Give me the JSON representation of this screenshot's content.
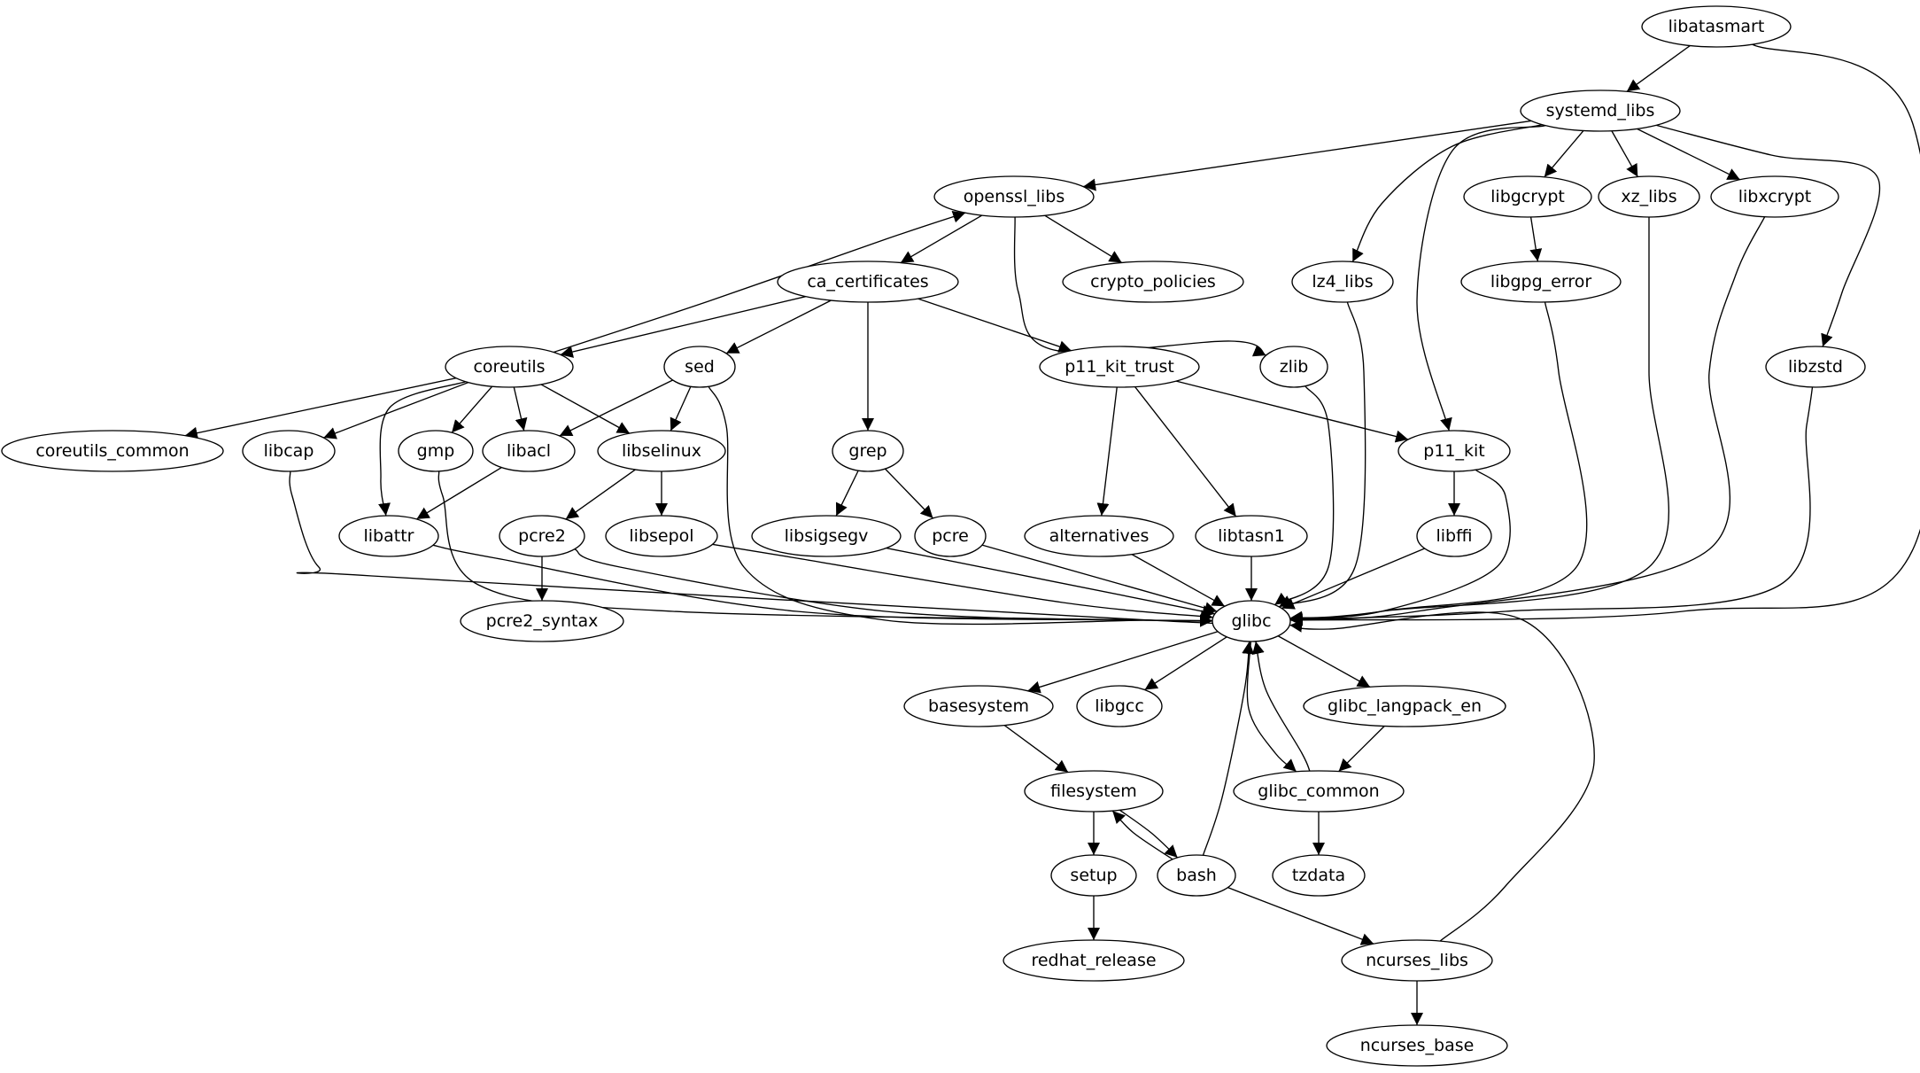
{
  "graph": {
    "nodes": [
      {
        "id": "libatasmart",
        "label": "libatasmart"
      },
      {
        "id": "systemd_libs",
        "label": "systemd_libs"
      },
      {
        "id": "openssl_libs",
        "label": "openssl_libs"
      },
      {
        "id": "libgcrypt",
        "label": "libgcrypt"
      },
      {
        "id": "xz_libs",
        "label": "xz_libs"
      },
      {
        "id": "libxcrypt",
        "label": "libxcrypt"
      },
      {
        "id": "ca_certificates",
        "label": "ca_certificates"
      },
      {
        "id": "crypto_policies",
        "label": "crypto_policies"
      },
      {
        "id": "lz4_libs",
        "label": "lz4_libs"
      },
      {
        "id": "libgpg_error",
        "label": "libgpg_error"
      },
      {
        "id": "coreutils",
        "label": "coreutils"
      },
      {
        "id": "sed",
        "label": "sed"
      },
      {
        "id": "p11_kit_trust",
        "label": "p11_kit_trust"
      },
      {
        "id": "zlib",
        "label": "zlib"
      },
      {
        "id": "libzstd",
        "label": "libzstd"
      },
      {
        "id": "coreutils_common",
        "label": "coreutils_common"
      },
      {
        "id": "libcap",
        "label": "libcap"
      },
      {
        "id": "gmp",
        "label": "gmp"
      },
      {
        "id": "libacl",
        "label": "libacl"
      },
      {
        "id": "libselinux",
        "label": "libselinux"
      },
      {
        "id": "grep",
        "label": "grep"
      },
      {
        "id": "p11_kit",
        "label": "p11_kit"
      },
      {
        "id": "libattr",
        "label": "libattr"
      },
      {
        "id": "pcre2",
        "label": "pcre2"
      },
      {
        "id": "libsepol",
        "label": "libsepol"
      },
      {
        "id": "libsigsegv",
        "label": "libsigsegv"
      },
      {
        "id": "pcre",
        "label": "pcre"
      },
      {
        "id": "alternatives",
        "label": "alternatives"
      },
      {
        "id": "libtasn1",
        "label": "libtasn1"
      },
      {
        "id": "libffi",
        "label": "libffi"
      },
      {
        "id": "pcre2_syntax",
        "label": "pcre2_syntax"
      },
      {
        "id": "glibc",
        "label": "glibc"
      },
      {
        "id": "basesystem",
        "label": "basesystem"
      },
      {
        "id": "libgcc",
        "label": "libgcc"
      },
      {
        "id": "glibc_langpack_en",
        "label": "glibc_langpack_en"
      },
      {
        "id": "filesystem",
        "label": "filesystem"
      },
      {
        "id": "glibc_common",
        "label": "glibc_common"
      },
      {
        "id": "setup",
        "label": "setup"
      },
      {
        "id": "bash",
        "label": "bash"
      },
      {
        "id": "tzdata",
        "label": "tzdata"
      },
      {
        "id": "redhat_release",
        "label": "redhat_release"
      },
      {
        "id": "ncurses_libs",
        "label": "ncurses_libs"
      },
      {
        "id": "ncurses_base",
        "label": "ncurses_base"
      }
    ],
    "edges": [
      {
        "from": "libatasmart",
        "to": "systemd_libs"
      },
      {
        "from": "libatasmart",
        "to": "glibc"
      },
      {
        "from": "systemd_libs",
        "to": "openssl_libs"
      },
      {
        "from": "systemd_libs",
        "to": "libgcrypt"
      },
      {
        "from": "systemd_libs",
        "to": "xz_libs"
      },
      {
        "from": "systemd_libs",
        "to": "libxcrypt"
      },
      {
        "from": "systemd_libs",
        "to": "lz4_libs"
      },
      {
        "from": "systemd_libs",
        "to": "p11_kit"
      },
      {
        "from": "systemd_libs",
        "to": "libzstd"
      },
      {
        "from": "openssl_libs",
        "to": "ca_certificates"
      },
      {
        "from": "openssl_libs",
        "to": "crypto_policies"
      },
      {
        "from": "openssl_libs",
        "to": "zlib"
      },
      {
        "from": "libgcrypt",
        "to": "libgpg_error"
      },
      {
        "from": "xz_libs",
        "to": "glibc"
      },
      {
        "from": "libxcrypt",
        "to": "glibc"
      },
      {
        "from": "ca_certificates",
        "to": "coreutils"
      },
      {
        "from": "ca_certificates",
        "to": "sed"
      },
      {
        "from": "ca_certificates",
        "to": "grep"
      },
      {
        "from": "ca_certificates",
        "to": "p11_kit_trust"
      },
      {
        "from": "coreutils",
        "to": "openssl_libs"
      },
      {
        "from": "coreutils",
        "to": "coreutils_common"
      },
      {
        "from": "coreutils",
        "to": "libcap"
      },
      {
        "from": "coreutils",
        "to": "gmp"
      },
      {
        "from": "coreutils",
        "to": "libacl"
      },
      {
        "from": "coreutils",
        "to": "libselinux"
      },
      {
        "from": "coreutils",
        "to": "libattr"
      },
      {
        "from": "sed",
        "to": "libacl"
      },
      {
        "from": "sed",
        "to": "libselinux"
      },
      {
        "from": "sed",
        "to": "glibc"
      },
      {
        "from": "p11_kit_trust",
        "to": "p11_kit"
      },
      {
        "from": "p11_kit_trust",
        "to": "alternatives"
      },
      {
        "from": "p11_kit_trust",
        "to": "libtasn1"
      },
      {
        "from": "lz4_libs",
        "to": "glibc"
      },
      {
        "from": "libgpg_error",
        "to": "glibc"
      },
      {
        "from": "zlib",
        "to": "glibc"
      },
      {
        "from": "libzstd",
        "to": "glibc"
      },
      {
        "from": "libcap",
        "to": "glibc"
      },
      {
        "from": "gmp",
        "to": "glibc"
      },
      {
        "from": "libacl",
        "to": "libattr"
      },
      {
        "from": "libselinux",
        "to": "pcre2"
      },
      {
        "from": "libselinux",
        "to": "libsepol"
      },
      {
        "from": "grep",
        "to": "libsigsegv"
      },
      {
        "from": "grep",
        "to": "pcre"
      },
      {
        "from": "p11_kit",
        "to": "libffi"
      },
      {
        "from": "p11_kit",
        "to": "glibc"
      },
      {
        "from": "libattr",
        "to": "glibc"
      },
      {
        "from": "pcre2",
        "to": "pcre2_syntax"
      },
      {
        "from": "pcre2",
        "to": "glibc"
      },
      {
        "from": "libsepol",
        "to": "glibc"
      },
      {
        "from": "libsigsegv",
        "to": "glibc"
      },
      {
        "from": "pcre",
        "to": "glibc"
      },
      {
        "from": "alternatives",
        "to": "glibc"
      },
      {
        "from": "libtasn1",
        "to": "glibc"
      },
      {
        "from": "libffi",
        "to": "glibc"
      },
      {
        "from": "glibc",
        "to": "basesystem"
      },
      {
        "from": "glibc",
        "to": "libgcc"
      },
      {
        "from": "glibc",
        "to": "glibc_langpack_en"
      },
      {
        "from": "glibc",
        "to": "glibc_common"
      },
      {
        "from": "glibc_common",
        "to": "glibc"
      },
      {
        "from": "glibc_langpack_en",
        "to": "glibc_common"
      },
      {
        "from": "basesystem",
        "to": "filesystem"
      },
      {
        "from": "filesystem",
        "to": "setup"
      },
      {
        "from": "filesystem",
        "to": "bash"
      },
      {
        "from": "bash",
        "to": "filesystem"
      },
      {
        "from": "bash",
        "to": "glibc"
      },
      {
        "from": "bash",
        "to": "ncurses_libs"
      },
      {
        "from": "glibc_common",
        "to": "tzdata"
      },
      {
        "from": "setup",
        "to": "redhat_release"
      },
      {
        "from": "ncurses_libs",
        "to": "glibc"
      },
      {
        "from": "ncurses_libs",
        "to": "ncurses_base"
      }
    ]
  }
}
